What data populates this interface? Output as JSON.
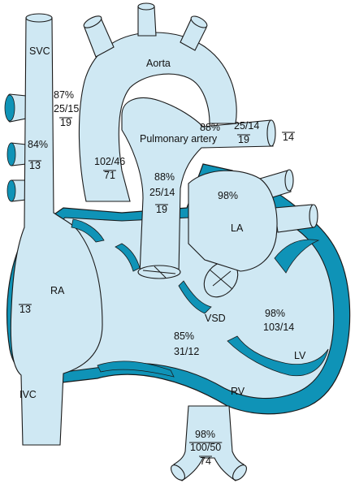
{
  "colors": {
    "vessel_fill": "#cfe8f3",
    "wall": "#0f93b7",
    "outline": "#1a1a1a",
    "text": "#111111"
  },
  "chambers": {
    "svc": "SVC",
    "aorta": "Aorta",
    "pulmonary_artery": "Pulmonary artery",
    "la": "LA",
    "ra": "RA",
    "vsd": "VSD",
    "lv": "LV",
    "rv": "RV",
    "ivc": "IVC"
  },
  "measurements": {
    "svc": {
      "sat": "84%",
      "mean": "13"
    },
    "aortic_arch": {
      "sat": "87%",
      "pressure": "25/15",
      "mean": "19"
    },
    "ascending_aorta": {
      "pressure": "102/46",
      "mean": "71"
    },
    "pulmonary_artery": {
      "sat": "88%",
      "pressure": "25/14",
      "mean": "19"
    },
    "pulmonary_artery_right": {
      "mean": "14"
    },
    "main_pa": {
      "sat": "88%",
      "pressure": "25/14",
      "mean": "19"
    },
    "la": {
      "sat": "98%"
    },
    "ra": {
      "mean": "13"
    },
    "rv": {
      "sat": "85%",
      "pressure": "31/12"
    },
    "lv": {
      "sat": "98%",
      "pressure": "103/14"
    },
    "ivc": {
      "sat": "98%",
      "pressure": "100/50",
      "mean": "74"
    }
  }
}
